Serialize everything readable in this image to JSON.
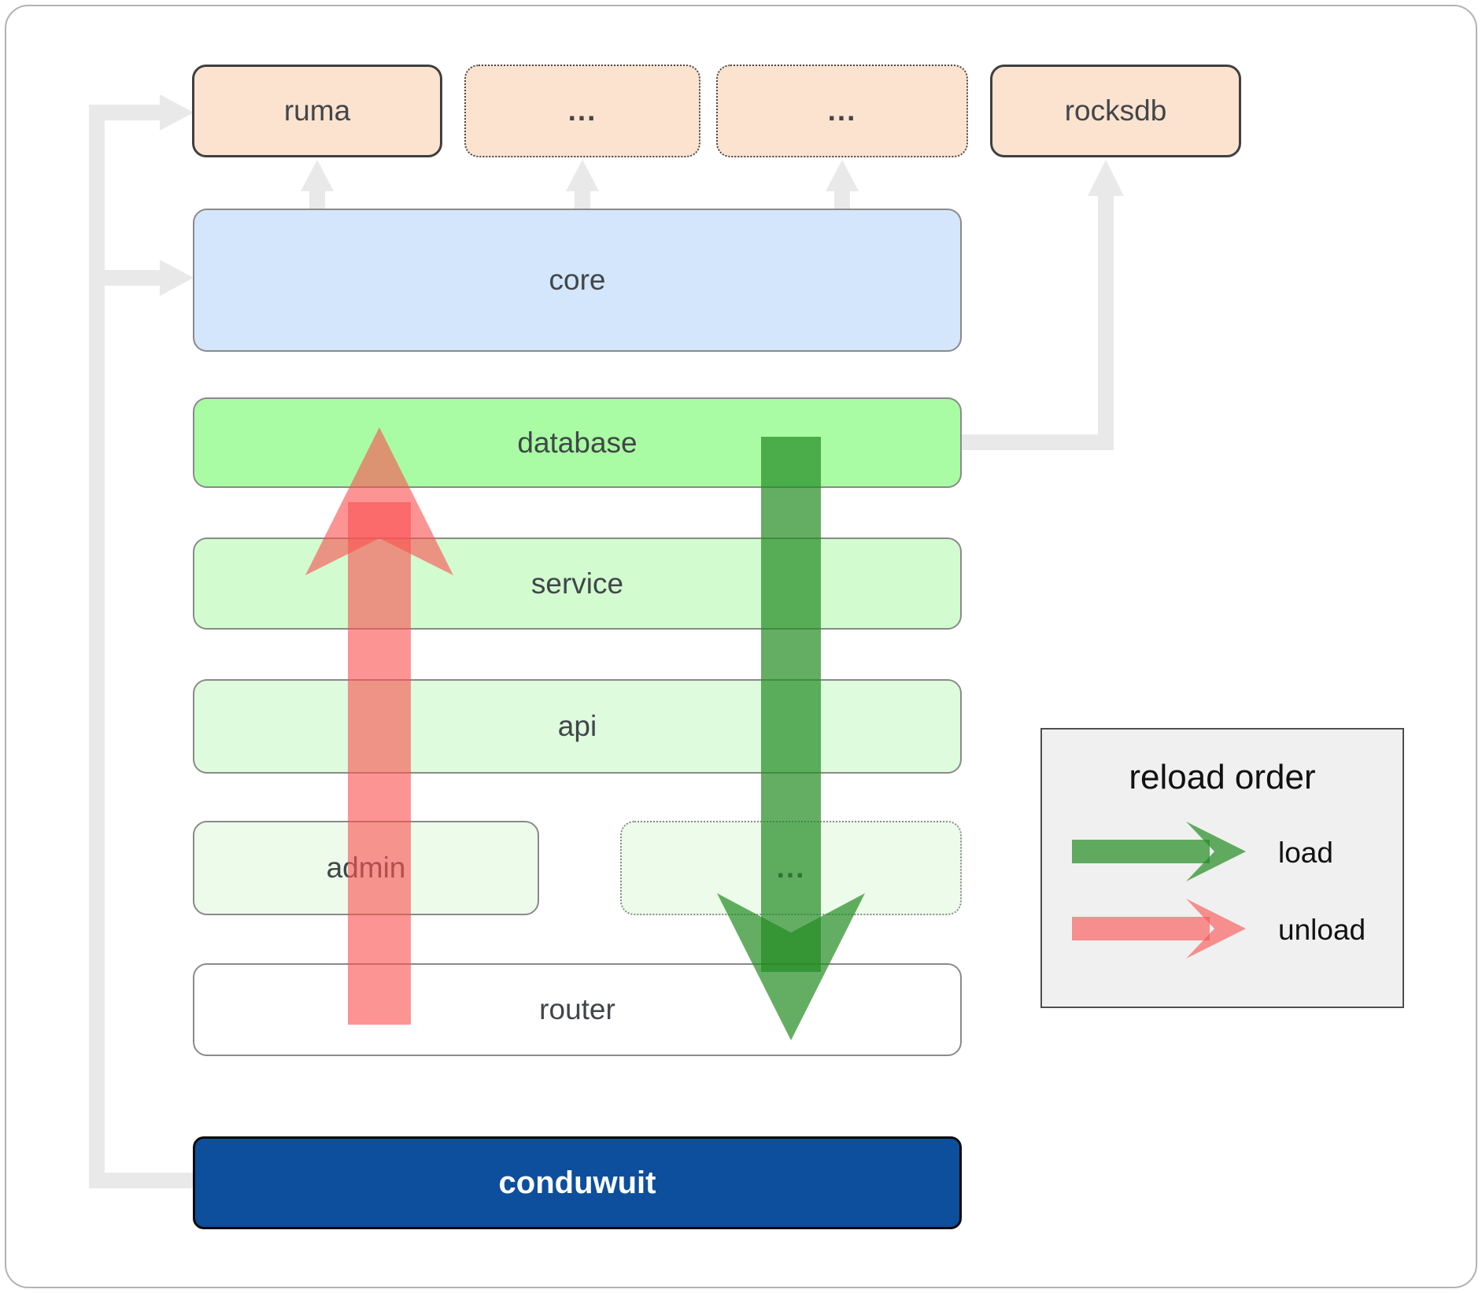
{
  "boxes": {
    "ruma": "ruma",
    "ellipsis1": "...",
    "ellipsis2": "...",
    "rocksdb": "rocksdb",
    "core": "core",
    "database": "database",
    "service": "service",
    "api": "api",
    "admin": "admin",
    "ellipsis3": "...",
    "router": "router",
    "conduwuit": "conduwuit"
  },
  "legend": {
    "title": "reload order",
    "load": "load",
    "unload": "unload"
  },
  "colors": {
    "connector": "#e9e9e9",
    "load_arrow": "#228b22",
    "unload_arrow": "#fa5252",
    "crate_fill": "#fbe3d0",
    "core_fill": "#d3e6fb",
    "database_fill": "#a9fca3",
    "service_fill": "#d2fcd0",
    "api_fill": "#defbdd",
    "admin_fill": "#ecfbea",
    "router_fill": "#ffffff",
    "conduwuit_fill": "#0d4f9c"
  }
}
